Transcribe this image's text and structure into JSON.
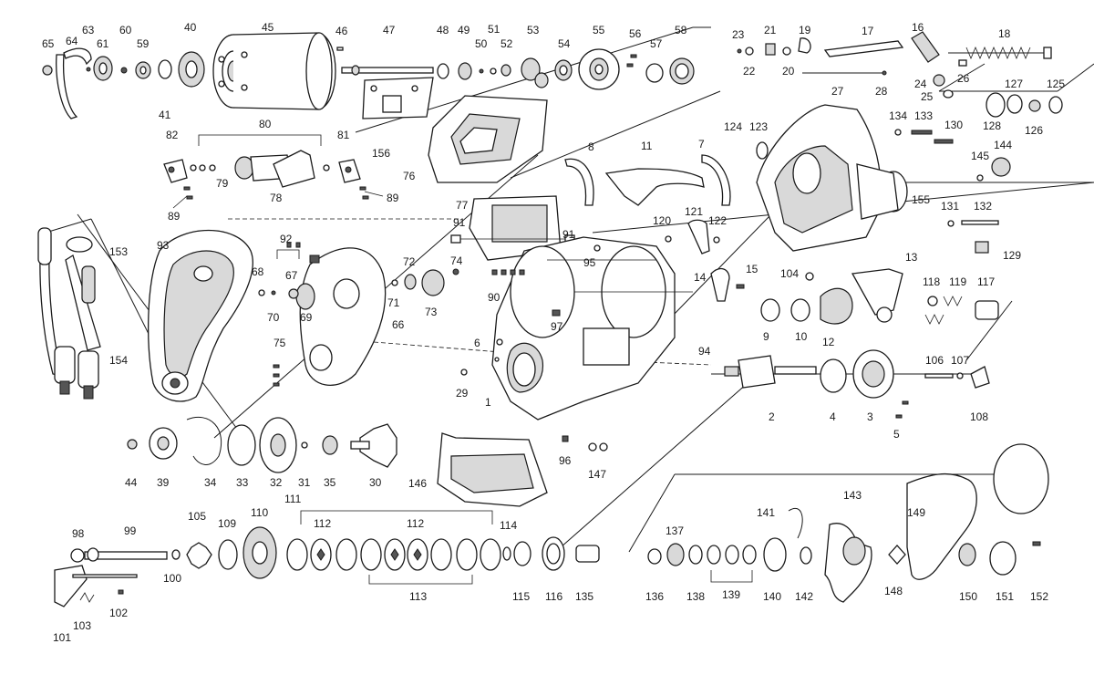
{
  "diagram": {
    "labels": [
      "1",
      "2",
      "3",
      "4",
      "5",
      "6",
      "7",
      "8",
      "9",
      "10",
      "11",
      "12",
      "13",
      "14",
      "15",
      "16",
      "17",
      "18",
      "19",
      "20",
      "21",
      "22",
      "23",
      "24",
      "25",
      "26",
      "27",
      "28",
      "29",
      "30",
      "31",
      "32",
      "33",
      "34",
      "35",
      "39",
      "40",
      "41",
      "44",
      "45",
      "46",
      "47",
      "48",
      "49",
      "50",
      "51",
      "52",
      "53",
      "54",
      "55",
      "56",
      "57",
      "58",
      "59",
      "60",
      "61",
      "63",
      "64",
      "65",
      "66",
      "67",
      "68",
      "69",
      "70",
      "71",
      "72",
      "73",
      "74",
      "75",
      "76",
      "77",
      "78",
      "79",
      "80",
      "81",
      "82",
      "89",
      "90",
      "91",
      "92",
      "93",
      "94",
      "95",
      "96",
      "97",
      "98",
      "99",
      "100",
      "101",
      "102",
      "103",
      "104",
      "105",
      "106",
      "107",
      "108",
      "109",
      "110",
      "111",
      "112",
      "113",
      "114",
      "115",
      "116",
      "117",
      "118",
      "119",
      "120",
      "121",
      "122",
      "123",
      "124",
      "125",
      "126",
      "127",
      "128",
      "129",
      "130",
      "131",
      "132",
      "133",
      "134",
      "135",
      "136",
      "137",
      "138",
      "139",
      "140",
      "141",
      "142",
      "143",
      "144",
      "145",
      "146",
      "147",
      "148",
      "149",
      "150",
      "151",
      "152",
      "153",
      "154",
      "155",
      "156"
    ]
  }
}
